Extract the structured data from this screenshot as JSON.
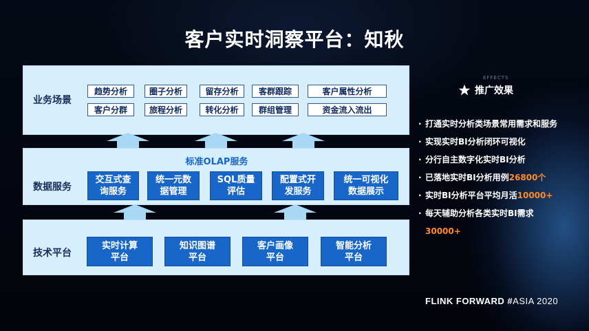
{
  "title": "客户实时洞察平台：知秋",
  "layers": {
    "business": {
      "label": "业务场景",
      "chips": [
        "趋势分析",
        "圈子分析",
        "留存分析",
        "客群跟踪",
        "客户属性分析",
        "客户分群",
        "旅程分析",
        "转化分析",
        "群组管理",
        "资金流入流出"
      ]
    },
    "data": {
      "label": "数据服务",
      "olap_title": "标准OLAP服务",
      "services": [
        {
          "line1": "交互式查",
          "line2": "询服务"
        },
        {
          "line1": "统一元数",
          "line2": "据管理"
        },
        {
          "line1": "SQL质量",
          "line2": "评估"
        },
        {
          "line1": "配置式开",
          "line2": "发服务"
        },
        {
          "line1": "统一可视化",
          "line2": "数据展示"
        }
      ]
    },
    "tech": {
      "label": "技术平台",
      "platforms": [
        {
          "line1": "实时计算",
          "line2": "平台"
        },
        {
          "line1": "知识图谱",
          "line2": "平台"
        },
        {
          "line1": "客户画像",
          "line2": "平台"
        },
        {
          "line1": "智能分析",
          "line2": "平台"
        }
      ]
    }
  },
  "effects": {
    "en": "EFFECTS",
    "heading": "推广效果",
    "bullets": [
      {
        "text": "打通实时分析类场景常用需求和服务",
        "highlight": ""
      },
      {
        "text": "实现实时BI分析闭环可视化",
        "highlight": ""
      },
      {
        "text": "分行自主数字化实时BI分析",
        "highlight": ""
      },
      {
        "text": "已落地实时BI分析用例",
        "highlight": "26800个"
      },
      {
        "text": "实时BI分析平台平均月活",
        "highlight": "10000+"
      },
      {
        "text": "每天辅助分析各类实时BI需求",
        "highlight": ""
      }
    ],
    "last_value": "30000+"
  },
  "footer": {
    "brand": "FLINK FORWARD #",
    "event": "ASIA 2020"
  },
  "colors": {
    "layer_bg": "#d7eefc",
    "service_blue": "#1766c8",
    "highlight": "#ff8a2a",
    "label_navy": "#1a2d5c"
  }
}
